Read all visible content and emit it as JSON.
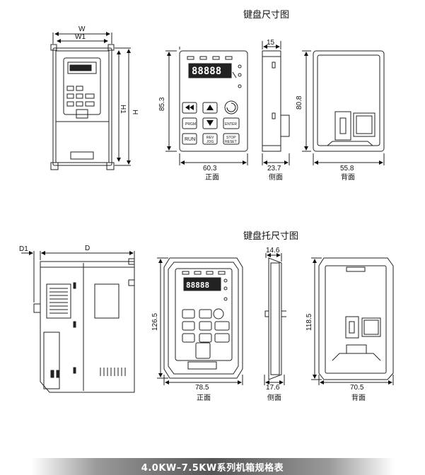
{
  "keypad_section": {
    "title": "键盘尺寸图",
    "front": {
      "width": "60.3",
      "height": "85.3",
      "caption": "正面",
      "display": "88888"
    },
    "side": {
      "depth": "15",
      "width": "23.7",
      "caption": "侧面"
    },
    "back": {
      "width": "55.8",
      "height": "80.8",
      "caption": "背面"
    }
  },
  "tray_section": {
    "title": "键盘托尺寸图",
    "front": {
      "width": "78.5",
      "height": "126.5",
      "caption": "正面",
      "display": "88888"
    },
    "side": {
      "depth": "14.6",
      "width": "17.6",
      "caption": "侧面"
    },
    "back": {
      "width": "70.5",
      "height": "118.5",
      "caption": "背面"
    }
  },
  "enclosure_front": {
    "w": "W",
    "w1": "W1",
    "h": "H",
    "h1": "H1"
  },
  "enclosure_side": {
    "d1": "D1",
    "d": "D"
  },
  "keys": {
    "prgm": "PRGM",
    "enter": "ENTER",
    "run": "RUN",
    "rev": "REV",
    "jog": "JOG",
    "stop": "STOP",
    "reset": "RESET"
  },
  "footer": {
    "title": "4.0KW–7.5KW系列机箱规格表"
  }
}
